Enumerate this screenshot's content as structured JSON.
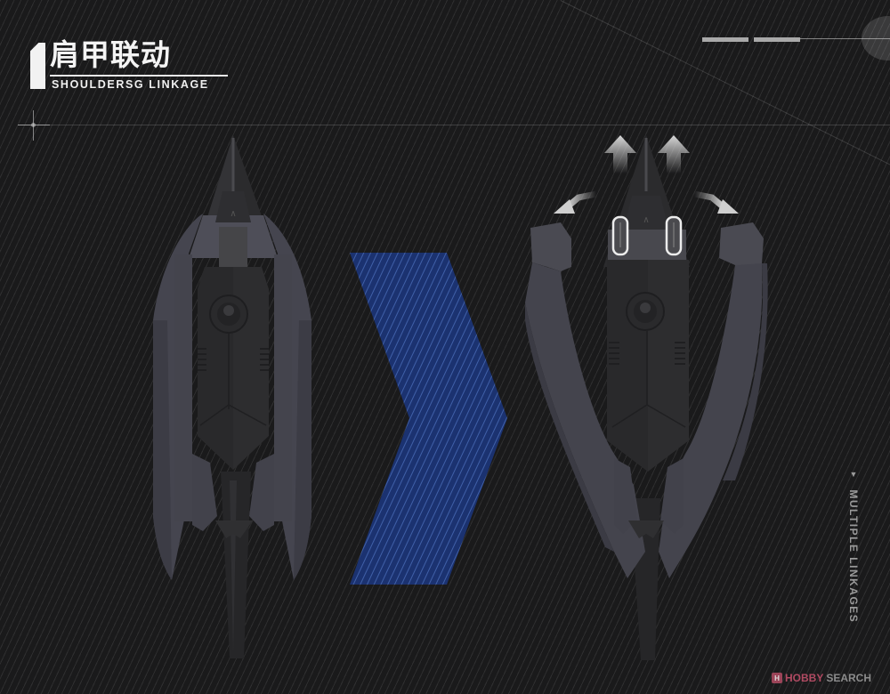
{
  "header": {
    "index_glyph": "1",
    "title_cn": "肩甲联动",
    "title_en": "SHOULDERSG LINKAGE"
  },
  "side_label": {
    "marker": "▼",
    "text": "MULTIPLE LINKAGES"
  },
  "watermark": {
    "badge": "H",
    "brand_part1": "HOBBY",
    "brand_part2": "SEARCH"
  },
  "figures": {
    "left": {
      "label": "shoulder-armor-closed",
      "state": "closed"
    },
    "transition": {
      "label": "chevron-arrow",
      "color": "#1e3a78"
    },
    "right": {
      "label": "shoulder-armor-open",
      "state": "open",
      "arrows": [
        "up-left",
        "up-right",
        "out-left",
        "out-right"
      ]
    }
  },
  "colors": {
    "background": "#1a1a1b",
    "armor_light": "#4a4a55",
    "armor_mid": "#3a3a42",
    "armor_dark": "#2a2a2c",
    "chevron_blue": "#1e3a78",
    "glow": "#e8e8e8",
    "watermark_pink": "#b04a62"
  }
}
